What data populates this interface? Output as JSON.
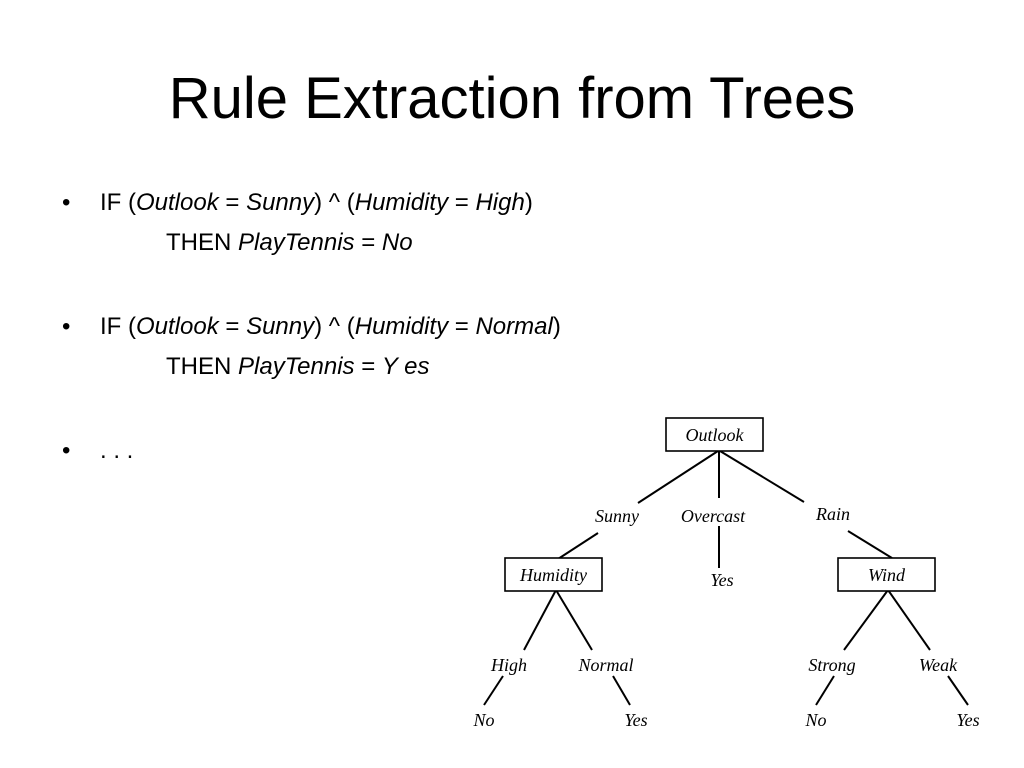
{
  "slide": {
    "title": "Rule Extraction from Trees"
  },
  "rules": [
    {
      "bullet": "•",
      "if_keyword": "IF ",
      "open1": "(",
      "attr1": "Outlook",
      "eq1": " = ",
      "val1": "Sunny",
      "close1": ")",
      "conj": " ^ ",
      "open2": "(",
      "attr2": "Humidity",
      "eq2": " = ",
      "val2": "High",
      "close2": ")",
      "then_keyword": "THEN ",
      "target": "PlayTennis",
      "eq3": " = ",
      "result": "No"
    },
    {
      "bullet": "•",
      "if_keyword": "IF ",
      "open1": "(",
      "attr1": "Outlook",
      "eq1": " = ",
      "val1": "Sunny",
      "close1": ")",
      "conj": " ^ ",
      "open2": "(",
      "attr2": "Humidity",
      "eq2": " = ",
      "val2": "Normal",
      "close2": ")",
      "then_keyword": "THEN ",
      "target": "PlayTennis",
      "eq3": " = ",
      "result": "Y es"
    },
    {
      "bullet": "•",
      "text": ". . ."
    }
  ],
  "tree": {
    "root": "Outlook",
    "branches": {
      "sunny": "Sunny",
      "overcast": "Overcast",
      "rain": "Rain"
    },
    "humidity_node": "Humidity",
    "wind_node": "Wind",
    "overcast_leaf": "Yes",
    "humidity_branches": {
      "high": "High",
      "normal": "Normal"
    },
    "wind_branches": {
      "strong": "Strong",
      "weak": "Weak"
    },
    "leaves": {
      "high": "No",
      "normal": "Yes",
      "strong": "No",
      "weak": "Yes"
    }
  }
}
